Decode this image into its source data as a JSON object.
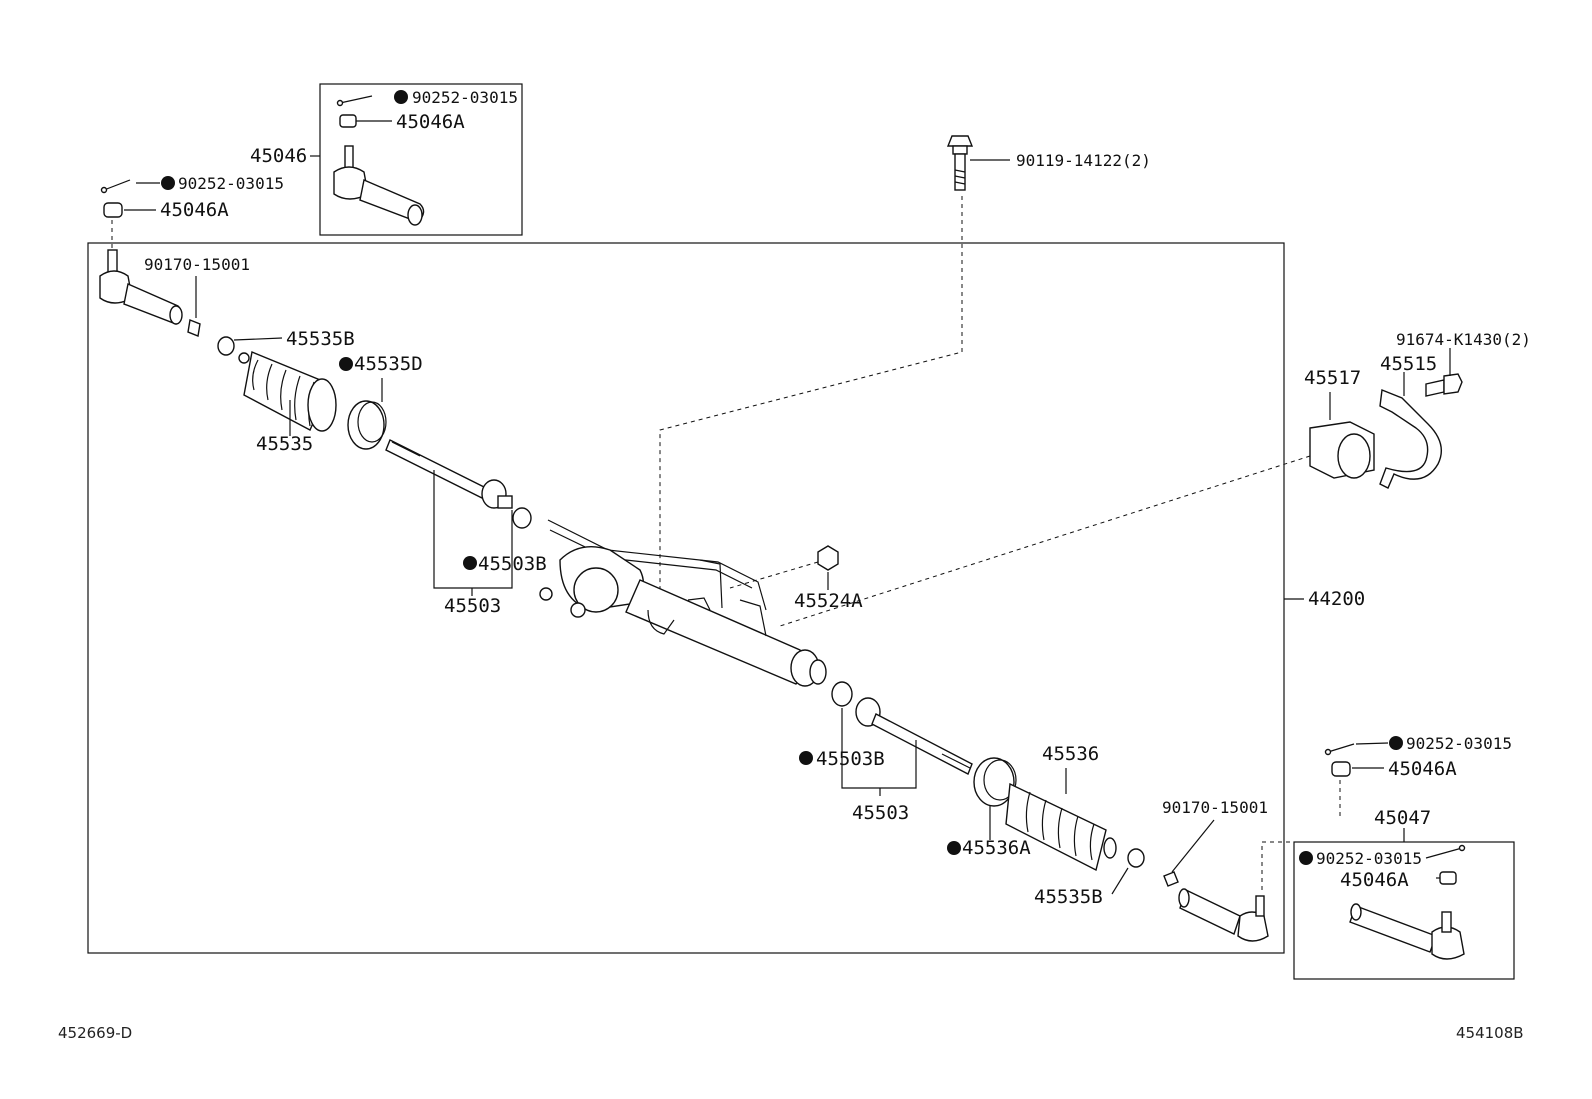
{
  "labels": {
    "l_45046": "45046",
    "l_90252_a": "90252-03015",
    "l_45046a_a": "45046A",
    "l_90252_b": "90252-03015",
    "l_45046a_b": "45046A",
    "l_90119": "90119-14122(2)",
    "l_90170_a": "90170-15001",
    "l_45535b_a": "45535B",
    "l_45535d": "45535D",
    "l_45535": "45535",
    "l_45503b_a": "45503B",
    "l_45503_a": "45503",
    "l_45524a": "45524A",
    "l_44200": "44200",
    "l_91674": "91674-K1430(2)",
    "l_45515": "45515",
    "l_45517": "45517",
    "l_45503b_b": "45503B",
    "l_45503_b": "45503",
    "l_45536": "45536",
    "l_45536a": "45536A",
    "l_45535b_b": "45535B",
    "l_90170_b": "90170-15001",
    "l_90252_c": "90252-03015",
    "l_45046a_c": "45046A",
    "l_45047": "45047",
    "l_90252_d": "90252-03015",
    "l_45046a_d": "45046A"
  },
  "footer": {
    "left_code": "452669-D",
    "right_code": "454108B"
  }
}
